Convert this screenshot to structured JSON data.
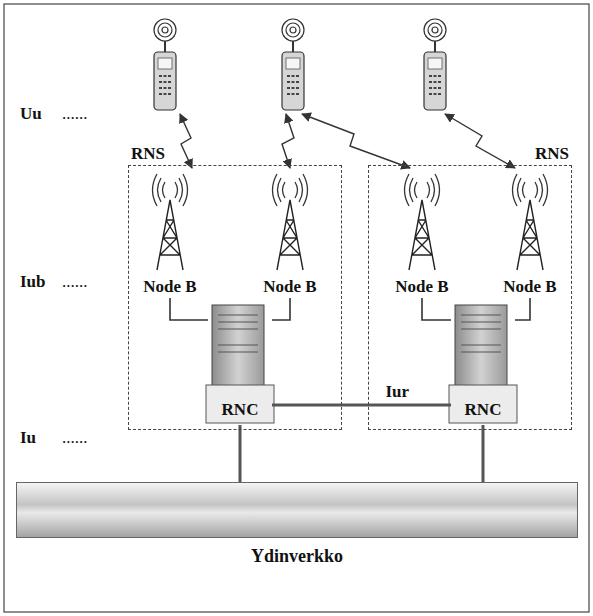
{
  "diagram": {
    "nodes": [
      {
        "text": [
          "RNS"
        ]
      },
      {
        "text": [
          "Node B"
        ],
        "in": 0
      },
      {
        "text": [
          "Node B"
        ],
        "in": 0
      },
      {
        "text": [
          "RNC"
        ],
        "in": 0
      },
      {
        "text": [
          "RNS"
        ]
      },
      {
        "text": [
          "Node B"
        ],
        "in": 4
      },
      {
        "text": [
          "Node B"
        ],
        "in": 4
      },
      {
        "text": [
          "RNC"
        ],
        "in": 4
      },
      {
        "text": [
          "Ydinverkko"
        ]
      }
    ],
    "edges": [
      {
        "from": 1,
        "to": 3,
        "arrow": "none"
      },
      {
        "from": 2,
        "to": 3,
        "arrow": "none"
      },
      {
        "from": 5,
        "to": 7,
        "arrow": "none"
      },
      {
        "from": 6,
        "to": 7,
        "arrow": "none"
      },
      {
        "from": 3,
        "to": 7,
        "label": "Iur",
        "arrow": "none"
      },
      {
        "from": 3,
        "to": 8,
        "arrow": "none"
      },
      {
        "from": 7,
        "to": 8,
        "arrow": "none"
      }
    ],
    "labels": [
      "Uu",
      "......",
      "Iub",
      "......",
      "Iu",
      "......"
    ]
  }
}
